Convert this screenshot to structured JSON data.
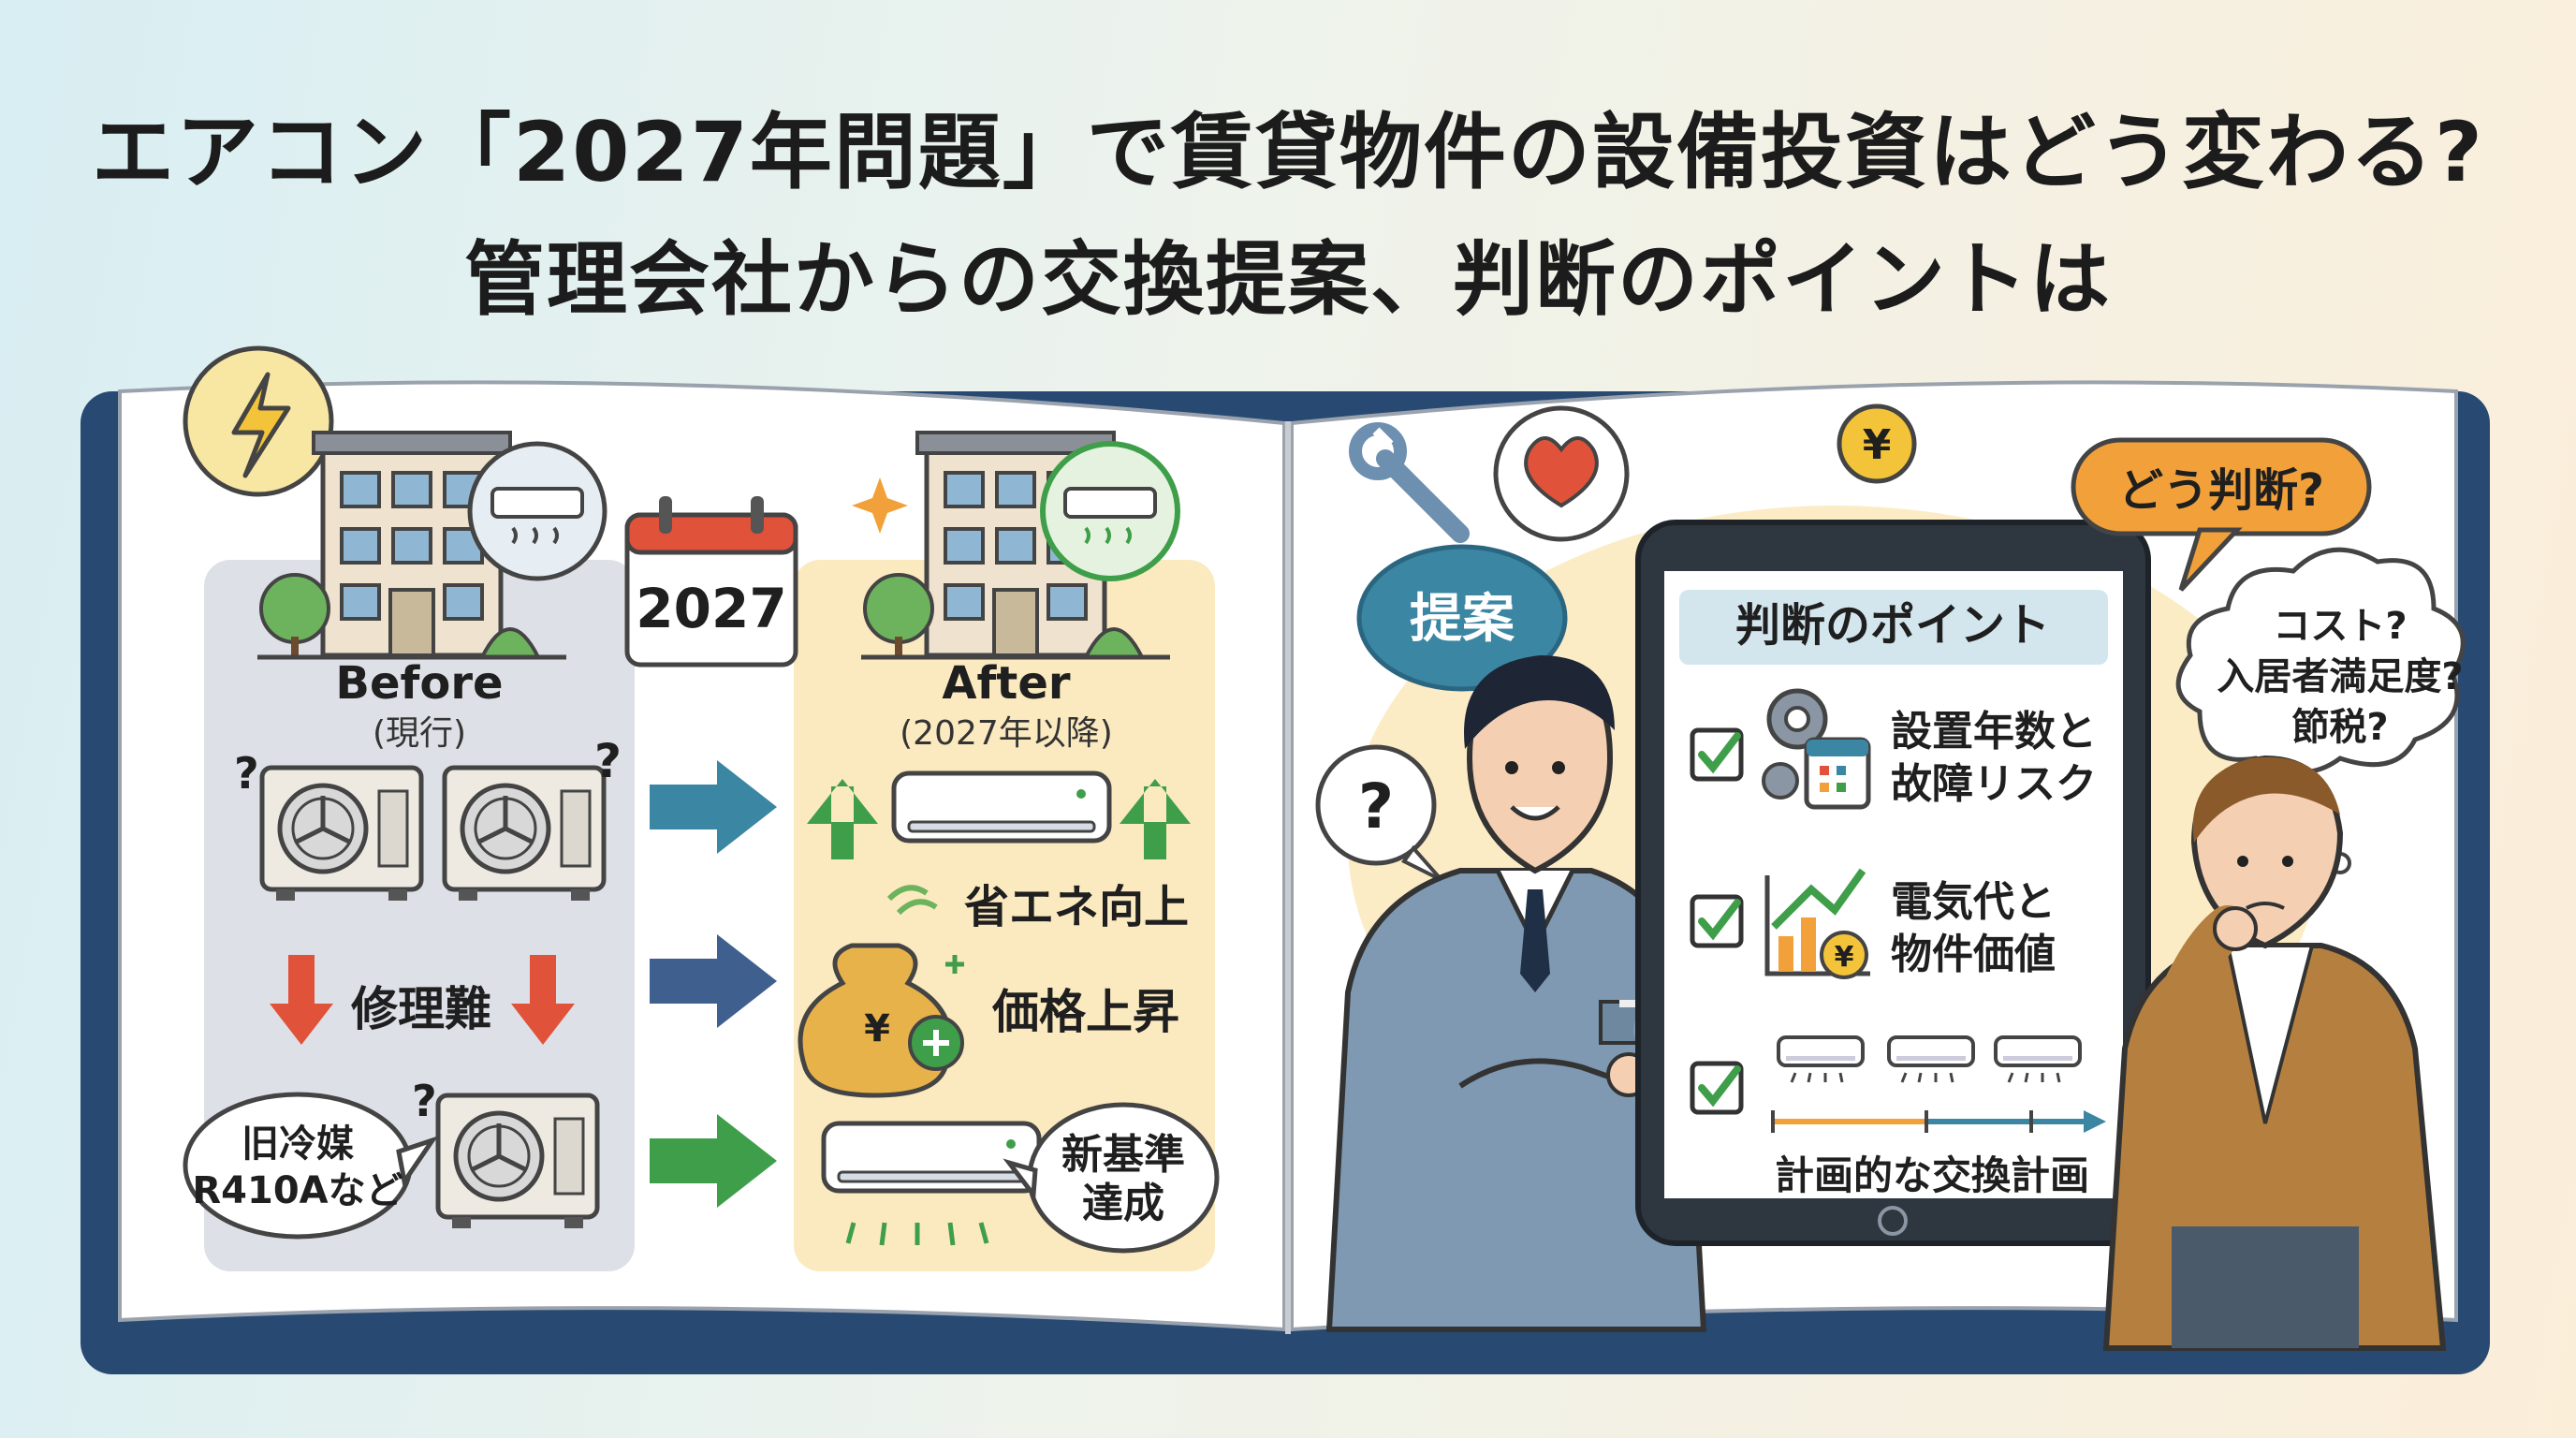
{
  "title": {
    "line1": "エアコン「2027年問題」で賃貸物件の設備投資はどう変わる?",
    "line2": "管理会社からの交換提案、判断のポイントは"
  },
  "left_page": {
    "calendar_year": "2027",
    "before": {
      "label": "Before",
      "sub": "(現行)"
    },
    "after": {
      "label": "After",
      "sub": "(2027年以降)"
    },
    "repair_difficult": "修理難",
    "old_refrigerant": {
      "line1": "旧冷媒",
      "line2": "R410Aなど"
    },
    "energy_saving": "省エネ向上",
    "price_rise": "価格上昇",
    "new_standard": {
      "line1": "新基準",
      "line2": "達成"
    },
    "question_mark": "?",
    "yen": "¥"
  },
  "right_page": {
    "proposal_bubble": "提案",
    "question_bubble": "?",
    "how_judge_bubble": "どう判断?",
    "thought_bubble": {
      "line1": "コスト?",
      "line2": "入居者満足度?",
      "line3": "節税?"
    },
    "tablet_header": "判断のポイント",
    "points": [
      {
        "line1": "設置年数と",
        "line2": "故障リスク"
      },
      {
        "line1": "電気代と",
        "line2": "物件価値"
      },
      {
        "line1": "計画的な交換計画",
        "line2": ""
      }
    ],
    "yen": "¥"
  },
  "colors": {
    "book_cover": "#284a72",
    "before_panel": "#dde0e6",
    "after_panel": "#fbeac0",
    "teal": "#3a86a3",
    "green": "#3f9e49",
    "red": "#e0523a",
    "orange": "#f2a13a"
  },
  "icons": [
    "lightning-icon",
    "calendar-icon",
    "sparkle-icon",
    "wrench-icon",
    "heart-icon",
    "coin-icon",
    "gear-icon",
    "chart-icon",
    "checkbox-icon",
    "money-bag-icon"
  ]
}
